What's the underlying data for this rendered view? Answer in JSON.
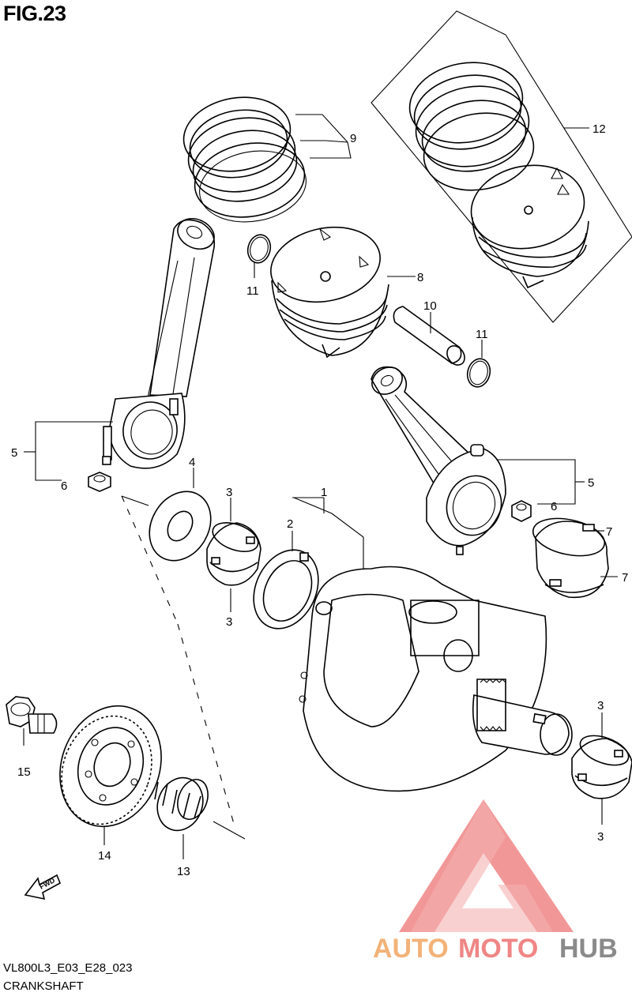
{
  "figure": {
    "title": "FIG.23",
    "code": "VL800L3_E03_E28_023",
    "name": "CRANKSHAFT"
  },
  "callouts": [
    {
      "id": "c1",
      "label": "1"
    },
    {
      "id": "c2",
      "label": "2"
    },
    {
      "id": "c3a",
      "label": "3"
    },
    {
      "id": "c3b",
      "label": "3"
    },
    {
      "id": "c3c",
      "label": "3"
    },
    {
      "id": "c3d",
      "label": "3"
    },
    {
      "id": "c4",
      "label": "4"
    },
    {
      "id": "c5a",
      "label": "5"
    },
    {
      "id": "c5b",
      "label": "5"
    },
    {
      "id": "c6a",
      "label": "6"
    },
    {
      "id": "c6b",
      "label": "6"
    },
    {
      "id": "c7a",
      "label": "7"
    },
    {
      "id": "c7b",
      "label": "7"
    },
    {
      "id": "c8",
      "label": "8"
    },
    {
      "id": "c9",
      "label": "9"
    },
    {
      "id": "c10",
      "label": "10"
    },
    {
      "id": "c11a",
      "label": "11"
    },
    {
      "id": "c11b",
      "label": "11"
    },
    {
      "id": "c12",
      "label": "12"
    },
    {
      "id": "c13",
      "label": "13"
    },
    {
      "id": "c14",
      "label": "14"
    },
    {
      "id": "c15",
      "label": "15"
    }
  ],
  "direction_marker": {
    "label": "FWD",
    "icon": "forward-arrow-icon"
  },
  "watermark": {
    "text_a": "AUTO",
    "text_b": "MOTO",
    "text_c": "HUB",
    "color_a": "#f2b279",
    "color_b": "#f08585",
    "color_c": "#8a8a8a"
  }
}
